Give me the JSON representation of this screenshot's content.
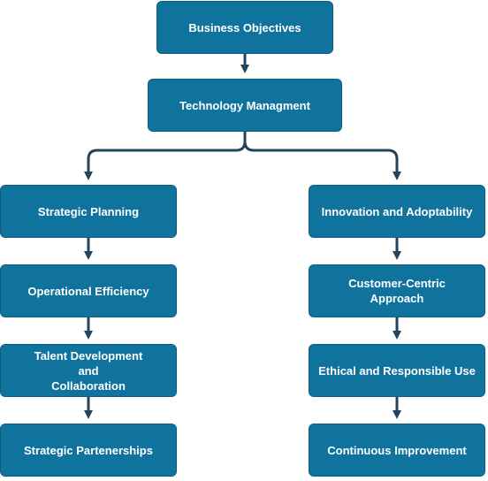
{
  "colors": {
    "node_fill": "#10739e",
    "node_border": "#0d5f82",
    "connector": "#23445d",
    "text": "#ffffff"
  },
  "nodes": {
    "business_objectives": "Business Objectives",
    "technology_management": "Technology Managment",
    "strategic_planning": "Strategic Planning",
    "operational_efficiency": "Operational Efficiency",
    "talent_development": "Talent Development\nand\nCollaboration",
    "strategic_partnerships": "Strategic Partenerships",
    "innovation_adoptability": "Innovation and Adoptability",
    "customer_centric": "Customer-Centric\nApproach",
    "ethical_use": "Ethical and Responsible Use",
    "continuous_improvement": "Continuous Improvement"
  }
}
